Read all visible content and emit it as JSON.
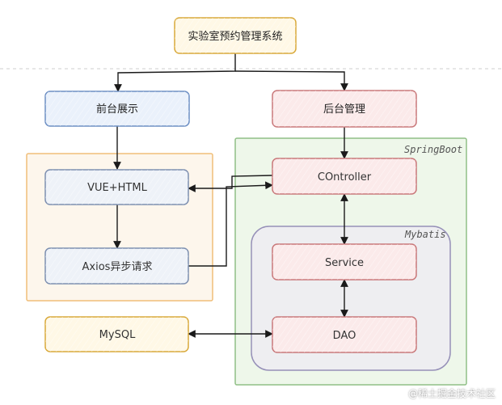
{
  "nodes": {
    "system": "实验室预约管理系统",
    "frontend": "前台展示",
    "backend": "后台管理",
    "vue": "VUE+HTML",
    "axios": "Axios异步请求",
    "controller": "COntroller",
    "service": "Service",
    "dao": "DAO",
    "mysql": "MySQL"
  },
  "groups": {
    "springboot": "SpringBoot",
    "mybatis": "Mybatis"
  },
  "watermark": "@稀土掘金技术社区",
  "colors": {
    "yellow_stroke": "#d9a93a",
    "yellow_fill": "#fff8e6",
    "blue_stroke": "#6d8fc4",
    "blue_fill": "#eaf1fb",
    "red_stroke": "#c9787a",
    "red_fill": "#fbeaea",
    "green_stroke": "#8fbf86",
    "green_fill": "#eef7ea",
    "purple_stroke": "#9690b8",
    "purple_fill": "#eeeef1",
    "orange_stroke": "#f0be78",
    "orange_fill": "#fdf6ec"
  }
}
